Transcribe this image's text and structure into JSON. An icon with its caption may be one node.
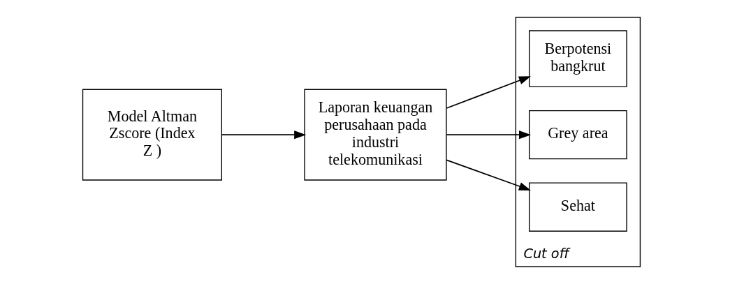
{
  "diagram": {
    "nodes": [
      {
        "text": [
          "Model Altman Zscore (Index Z )"
        ]
      },
      {
        "text": [
          "Laporan keuangan perusahaan pada industri telekomunikasi"
        ]
      },
      {
        "text": [
          "Cut off"
        ]
      },
      {
        "text": [
          "Berpotensi bangkrut"
        ],
        "in": 2
      },
      {
        "text": [
          "Grey area"
        ],
        "in": 2
      },
      {
        "text": [
          "Sehat"
        ],
        "in": 2
      }
    ],
    "edges": [
      {
        "from": 0,
        "to": 1,
        "arrow": "to"
      },
      {
        "from": 1,
        "to": 3,
        "arrow": "to"
      },
      {
        "from": 1,
        "to": 4,
        "arrow": "to"
      },
      {
        "from": 1,
        "to": 5,
        "arrow": "to"
      }
    ]
  }
}
